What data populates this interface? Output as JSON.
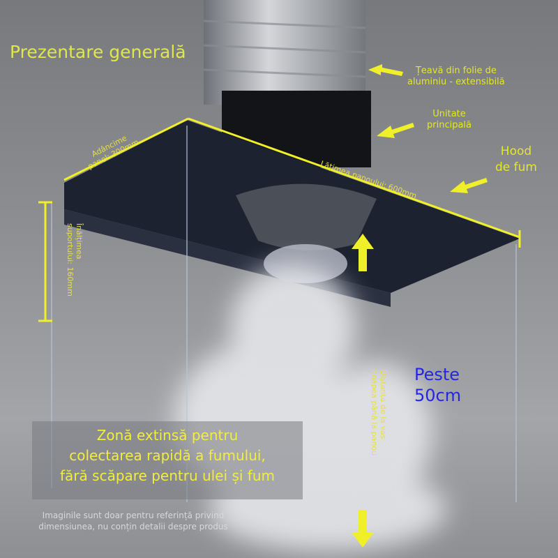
{
  "title": "Prezentare generală",
  "callouts": {
    "duct": [
      "Țeavă din folie de",
      "aluminiu - extensibilă"
    ],
    "main_unit": [
      "Unitate",
      "principală"
    ],
    "hood": [
      "Hood",
      "de fum"
    ]
  },
  "dimensions": {
    "depth": [
      "Adâncime",
      "panel: 300mm"
    ],
    "width": "Lățimea panoului: 600mm",
    "height": [
      "Înălțimea",
      "suportului: 160mm"
    ],
    "distance": [
      "Distanța de la vas",
      "noapea până la panou"
    ]
  },
  "distance_value": [
    "Peste",
    "50cm"
  ],
  "feature": [
    "Zonă extinsă pentru",
    "colectarea rapidă a fumului,",
    "fără scăpare pentru ulei și fum"
  ],
  "disclaimer": [
    "Imaginile sunt doar pentru referință privind",
    "dimensiunea, nu conțin detalii despre produs"
  ],
  "colors": {
    "annotation": "#e6e62a",
    "distance_text": "#2626e0",
    "hood": "#1c2230"
  }
}
